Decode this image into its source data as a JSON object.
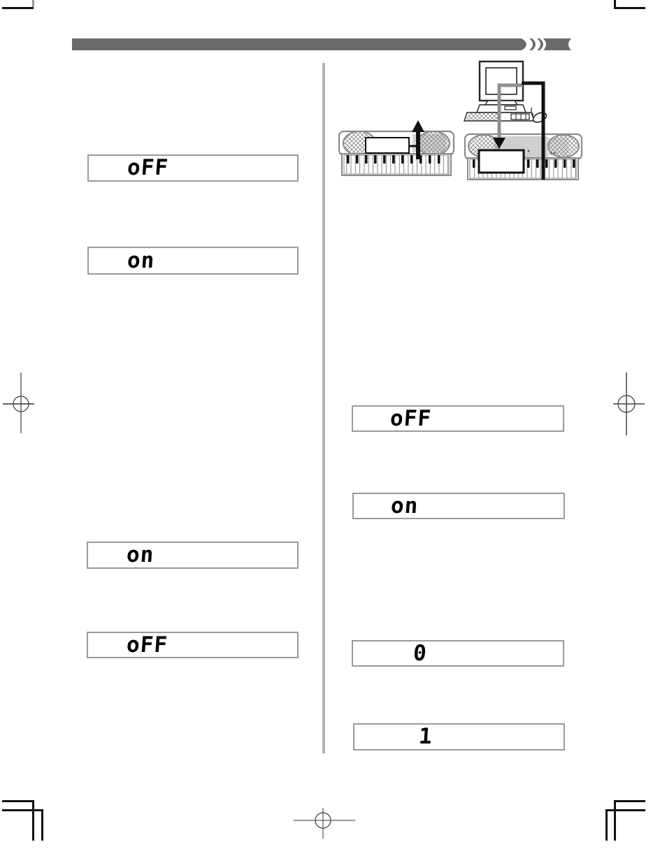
{
  "page": {
    "kind": "keyboard-manual-page",
    "colors": {
      "header_bar": "#6a6a6a",
      "divider": "#b2b2b2",
      "lcd_border": "#9a9a9a",
      "lcd_text": "#000000",
      "cable_gray": "#8f8f8f",
      "cable_black": "#111111"
    }
  },
  "displays": [
    {
      "column": "left",
      "value": "oFF"
    },
    {
      "column": "left",
      "value": "on"
    },
    {
      "column": "left",
      "value": "on"
    },
    {
      "column": "left",
      "value": "oFF"
    },
    {
      "column": "right",
      "value": "oFF"
    },
    {
      "column": "right",
      "value": "on"
    },
    {
      "column": "right",
      "value": "0"
    },
    {
      "column": "right",
      "value": "1"
    }
  ],
  "illustration": {
    "icons": [
      "computer-icon",
      "keyboard-send-icon",
      "keyboard-receive-icon",
      "up-arrow-icon",
      "down-arrow-icon",
      "gray-cable-icon",
      "black-cable-icon"
    ]
  },
  "print_marks": {
    "icons": [
      "crop-mark-top-left",
      "crop-mark-top-right",
      "crop-mark-bottom-left",
      "crop-mark-bottom-right",
      "registration-target-left",
      "registration-target-right",
      "registration-target-bottom"
    ]
  }
}
